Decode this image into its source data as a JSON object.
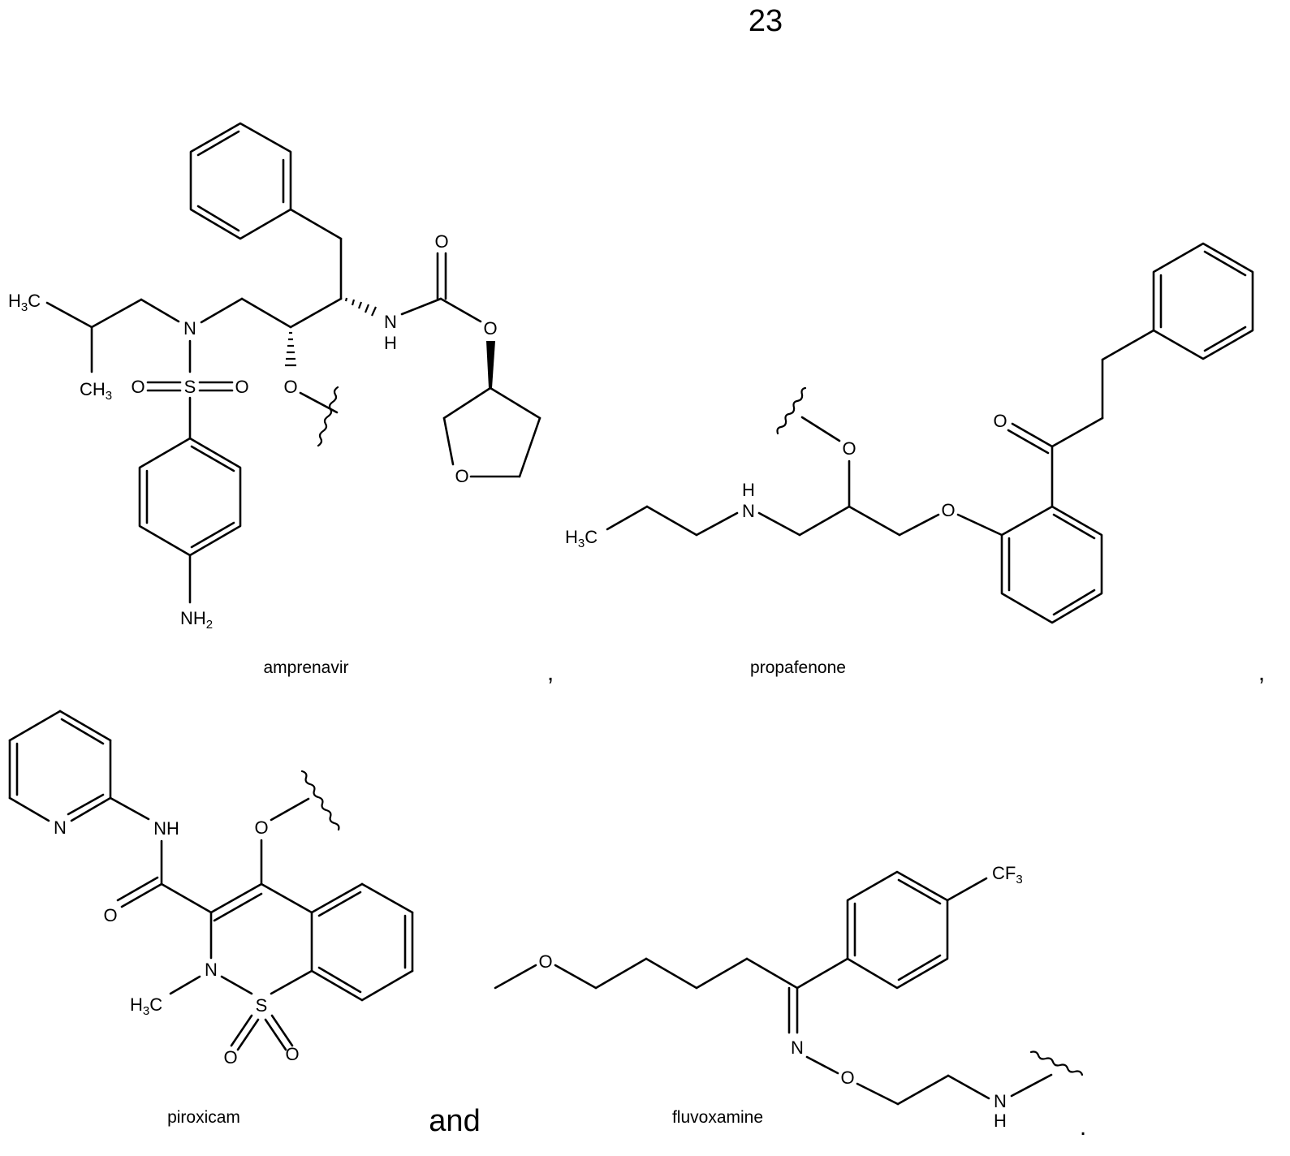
{
  "page_number": "23",
  "compounds": [
    {
      "name": "amprenavir"
    },
    {
      "name": "propafenone"
    },
    {
      "name": "piroxicam"
    },
    {
      "name": "fluvoxamine"
    }
  ],
  "separators": {
    "comma_1": ",",
    "comma_2": ",",
    "and_word": "and",
    "period": "."
  },
  "atom_labels": {
    "h3c": "H",
    "c3": "3",
    "c_after": "C",
    "ch3_ch": "CH",
    "ch3_3": "3",
    "N": "N",
    "S": "S",
    "O": "O",
    "H": "H",
    "NH": "NH",
    "nh2_nh": "NH",
    "nh2_2": "2",
    "cf3_cf": "CF",
    "cf3_3": "3"
  }
}
